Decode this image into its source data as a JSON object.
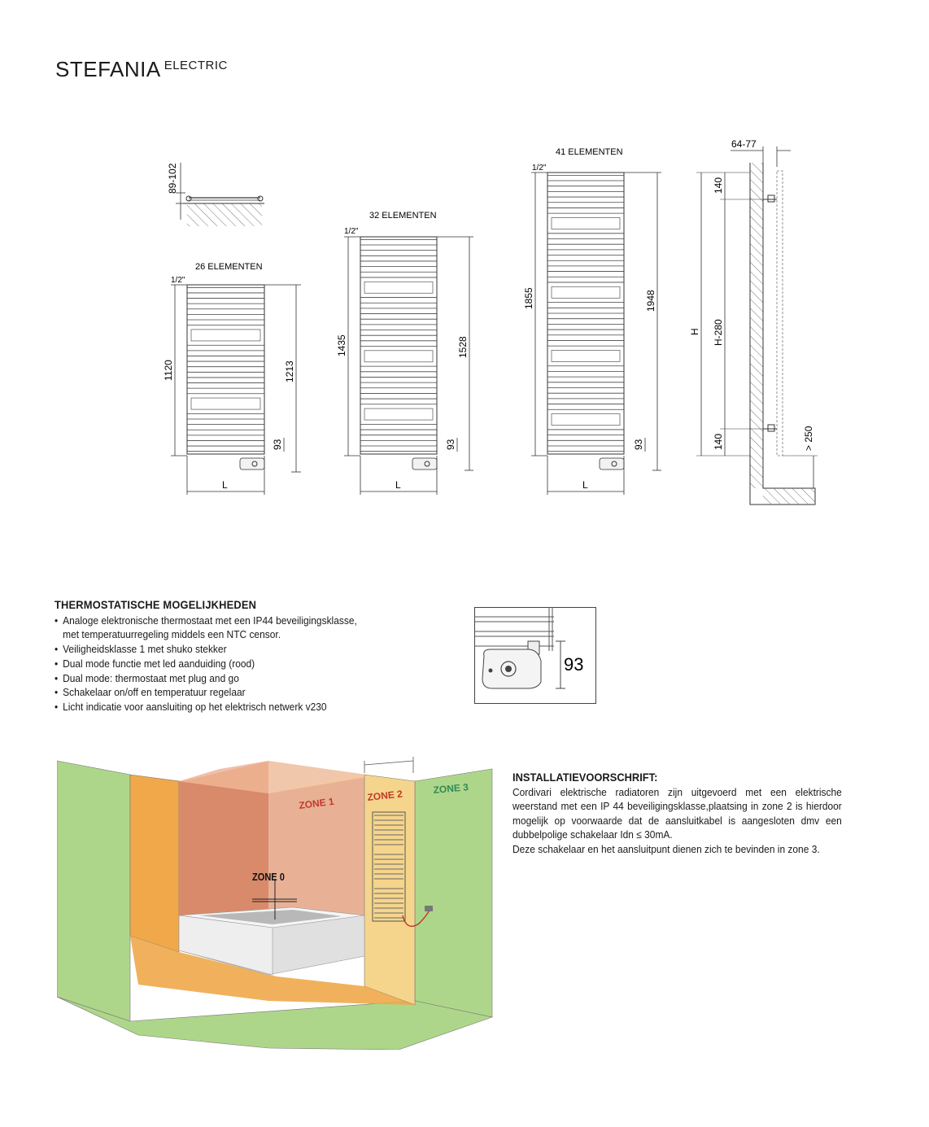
{
  "header": {
    "title": "STEFANIA",
    "title_sup": "ELECTRIC"
  },
  "dimensions": {
    "depth_label": "89-102",
    "model_26": {
      "elements": "26 ELEMENTEN",
      "inlet": "1/2\"",
      "inner_height": "1120",
      "outer_height": "1213",
      "bottom": "93",
      "width": "L"
    },
    "model_32": {
      "elements": "32 ELEMENTEN",
      "inlet": "1/2\"",
      "inner_height": "1435",
      "outer_height": "1528",
      "bottom": "93",
      "width": "L"
    },
    "model_41": {
      "elements": "41 ELEMENTEN",
      "inlet": "1/2\"",
      "inner_height": "1855",
      "outer_height": "1948",
      "bottom": "93",
      "width": "L"
    },
    "side_view": {
      "wall_gap": "64-77",
      "top_offset": "140",
      "total": "H",
      "bracket_span": "H-280",
      "bottom_offset": "140",
      "floor": "> 250"
    }
  },
  "thermostat": {
    "heading": "THERMOSTATISCHE MOGELIJKHEDEN",
    "items": [
      "Analoge elektronische thermostaat met een IP44 beveiligingsklasse,",
      "met temperatuurregeling middels een NTC censor.",
      "Veiligheidsklasse 1 met shuko stekker",
      "Dual mode functie met led aanduiding (rood)",
      "Dual mode: thermostaat met plug and go",
      "Schakelaar on/off en temperatuur regelaar",
      "Licht indicatie voor aansluiting op het elektrisch netwerk v230"
    ],
    "detail_dimension": "93"
  },
  "zones": {
    "zone0": "ZONE 0",
    "zone1": "ZONE 1",
    "zone2": "ZONE 2",
    "zone3": "ZONE 3",
    "colors": {
      "zone0": "#d98a6a",
      "zone1": "#e8b196",
      "zone2": "#f5d58c",
      "zone3": "#aed68a",
      "zone1_side": "#f0a84a"
    }
  },
  "installation": {
    "heading": "INSTALLATIEVOORSCHRIFT:",
    "paragraph": "Cordivari elektrische radiatoren zijn uitgevoerd met een elektrische weerstand met een IP 44 beveiligingsklasse,plaatsing in zone 2 is hierdoor mogelijk op voorwaarde dat de aansluitkabel is aangesloten dmv een dubbelpolige schakelaar Idn ≤ 30mA.",
    "paragraph2": "Deze schakelaar en het aansluitpunt dienen zich te bevinden in zone 3."
  }
}
